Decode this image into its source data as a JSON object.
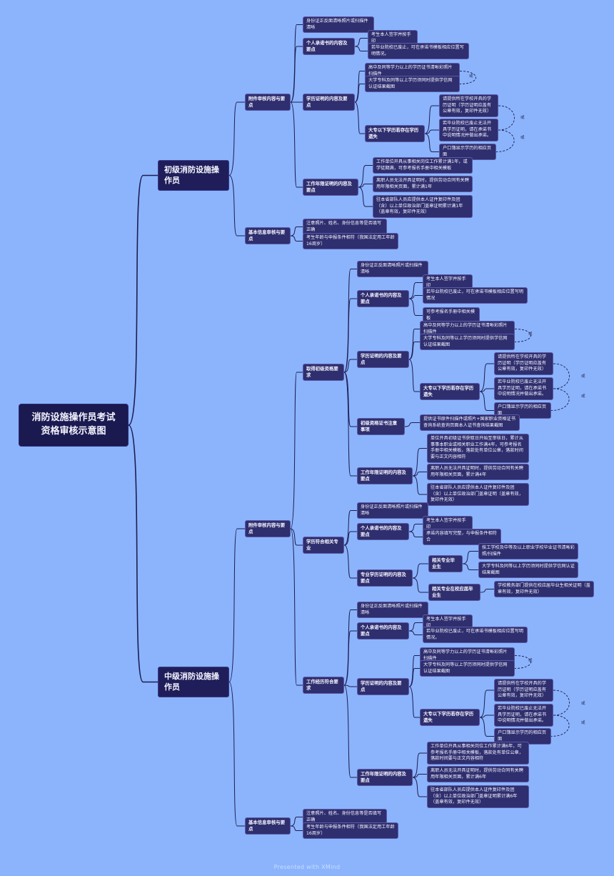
{
  "root": "消防设施操作员考试资格审核示意图",
  "branches": {
    "junior": "初级消防设施操作员",
    "middle": "中级消防设施操作员"
  },
  "junior": {
    "attach": "附件审核内容与要点",
    "basic": "基本信息审核与要点",
    "id_photo": "身份证正反面清晰照片或扫描件清晰",
    "pledge": "个人承诺书的内容及要点",
    "pledge_sign": "考生本人签字并按手印",
    "pledge_closed": "若毕业院校已废止，可在承诺书模板相应位置写明情况。",
    "edu": "学历证明的内容及要点",
    "edu_high": "高中及同等学力以上的学历证书清晰彩照片扫描件",
    "edu_college": "大学专科及同等以上学历须同时提供学信网认证结果截图",
    "edu_below": "大专以下学历若存在学历遗失",
    "lost1": "请提供所在学校开具的学历证明（学历证明应盖有公章有效，复印件无效）",
    "lost2": "若毕业院校已废止无法开具学历证明，请在承诺书中说明情况并做出承诺。",
    "lost3": "户口簿显示学历的相应页面",
    "work": "工作年限证明的内容及要点",
    "work1": "工作单位开具从事相关岗位工作累计满1年，或学徒期满，可参考报名手册中相关模板",
    "work2": "离职人员无法开具证明时，提供劳动合同有关聘用年限相关页面，累计满1年",
    "work3": "驻本省部队人员应提供本人证件复印件及团（含）以上单位政治部门盖章证明累计满1年（盖章有效，复印件无效）",
    "note": "注意照片、姓名、身份信息等是否填写正确",
    "age": "考生年龄与申报条件相符（我国法定用工年龄16周岁）"
  },
  "middle": {
    "attach": "附件审核内容与要点",
    "basic": "基本信息审核与要点",
    "qual": "取得初级资格要求",
    "id_photo": "身份证正反面清晰照片或扫描件清晰",
    "pledge": "个人承诺书的内容及要点",
    "pledge_sign": "考生本人签字并按手印",
    "pledge_closed": "若毕业院校已废止，可在承诺书模板相应位置写明情况",
    "pledge_tpl": "可参考报名手册中相关模板",
    "edu": "学历证明的内容及要点",
    "edu_high": "高中及同等学力以上的学历证书清晰彩照片扫描件",
    "edu_college": "大学专科及同等以上学历须同时提供学信网认证结果截图",
    "edu_below": "大专以下学历若存在学历遗失",
    "lost1": "请提供所在学校开具的学历证明（学历证明应盖有公章有效，复印件无效）",
    "lost2": "若毕业院校已废止无法开具学历证明，请在承诺书中说明情况并做出承诺。",
    "lost3": "户口簿显示学历的相应页面",
    "cert": "初级资格证书注意事项",
    "cert1": "提供证书原件扫描件或照片+国家职业资格证书查询系统查询页面本人证书查询结果截图",
    "work": "工作年限证明的内容及要点",
    "work1": "单位开具初级证书获取日开始至审核日，累计从事事本职业或相关职业工作满4年，可参考报名手册中相关模板，落款处有单位公章，落款时间要与正文内容相符",
    "work2": "离职人员无法开具证明时，提供劳动合同有关聘用年限相关页面，累计满4年",
    "work3": "驻本省部队人员应提供本人证件复印件及团（含）以上单位政治部门盖章证明（盖章有效，复印件无效）",
    "major": "学历符合相关专业",
    "m_id_photo": "身份证正反面清晰照片或扫描件清晰",
    "m_pledge": "个人承诺书的内容及要点",
    "m_pledge_sign": "考生本人签字并按手印",
    "m_pledge_fill": "承诺内容填写完整，与申报条件相符合",
    "m_proof": "专业学历证明的内容及要点",
    "m_grad": "相关专业毕业生",
    "m_grad1": "技工学校及中等及以上职业学校毕业证书清晰彩照/扫描件",
    "m_grad2": "大学专科及同等以上学历须同时提供学信网认证结果截图",
    "m_student": "相关专业在校应届毕业生",
    "m_student1": "学校教务部门提供在校应届毕业生相关证明（盖章有效，复印件无效）",
    "years": "工作经历符合要求",
    "y_id_photo": "身份证正反面清晰照片或扫描件清晰",
    "y_pledge": "个人承诺书的内容及要点",
    "y_pledge_sign": "考生本人签字并按手印",
    "y_pledge_closed": "若毕业院校已废止，可在承诺书模板相应位置写明情况。",
    "y_edu": "学历证明的内容及要点",
    "y_edu_high": "高中及同等学力以上的学历证书清晰彩照片扫描件",
    "y_edu_college": "大学专科及同等以上学历须同时提供学信网认证结果截图",
    "y_edu_below": "大专以下学历若存在学历遗失",
    "y_lost1": "请提供所在学校开具的学历证明（学历证明应盖有公章有效，复印件无效）",
    "y_lost2": "若毕业院校已废止无法开具学历证明，请在承诺书中说明情况并做出承诺。",
    "y_lost3": "户口簿显示学历的相应页面",
    "y_work": "工作年限证明的内容及要点",
    "y_work1": "工作单位开具从事相关岗位工作累计满6年，可参考报名手册中相关模板，落款处有单位公章，落款时间要与正文内容相符",
    "y_work2": "离职人员无法开具证明时，提供劳动合同有关聘用年限相关页面，累计满6年",
    "y_work3": "驻本省部队人员应提供本人证件复印件及团（含）以上单位政治部门盖章证明累计满6年（盖章有效，复印件无效）",
    "note": "注意照片、姓名、身份信息等是否填写正确",
    "age": "考生年龄与申报条件相符（我国法定用工年龄16周岁）"
  },
  "or_label": "或",
  "footer": "Presented with XMind"
}
